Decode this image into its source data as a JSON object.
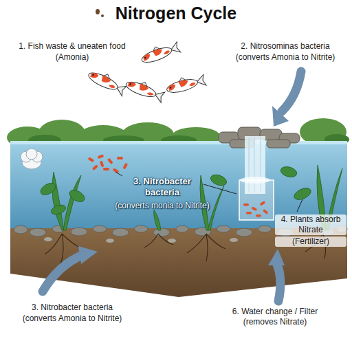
{
  "diagram": {
    "title": "Nitrogen Cycle",
    "labels": [
      "1. Fish waste & uneaten food",
      "(Amonia)",
      "2. Nitrosominas bacteria",
      "(converts Amonia to Nitrite)",
      "3. Nitrobacter bacteria",
      "(converts monia to Nitrite)",
      "4. Plants absorb Nitrate",
      "(Fertilizer)",
      "3. Nitrobacter bacteria",
      "(converts Amonia to Nitrite)",
      "6. Water change / Filter (removes Nitrate)"
    ]
  }
}
